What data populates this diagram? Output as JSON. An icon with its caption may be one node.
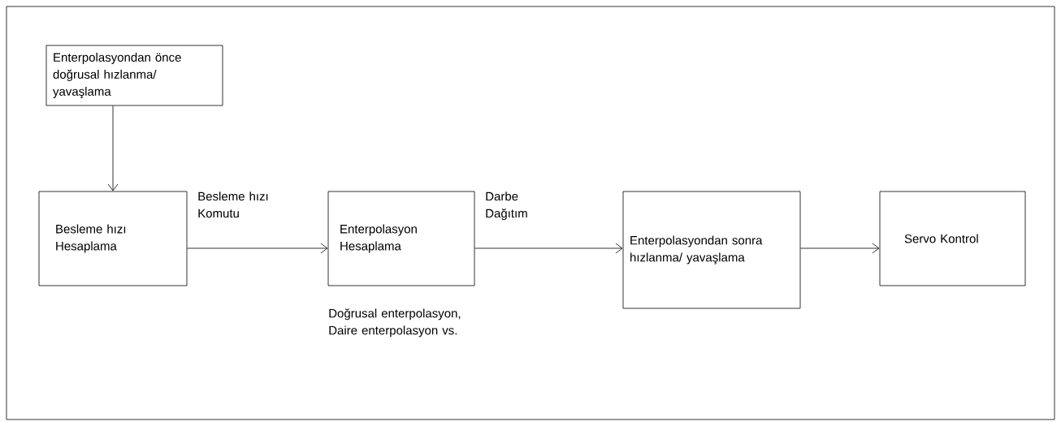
{
  "diagram": {
    "nodes": [
      {
        "text": [
          "Enterpolasyondan önce doğrusal hızlanma/ yavaşlama"
        ]
      },
      {
        "text": [
          "Besleme hızı Hesaplama"
        ]
      },
      {
        "text": [
          "Enterpolasyon Hesaplama"
        ],
        "beside": [
          "Doğrusal enterpolasyon, Daire enterpolasyon vs."
        ]
      },
      {
        "text": [
          "Enterpolasyondan sonra hızlanma/ yavaşlama"
        ]
      },
      {
        "text": [
          "Servo Kontrol"
        ]
      }
    ],
    "edges": [
      {
        "from": 0,
        "to": 1,
        "arrow": "to"
      },
      {
        "from": 1,
        "to": 2,
        "arrow": "to",
        "label": "Besleme hızı Komutu"
      },
      {
        "from": 2,
        "to": 3,
        "arrow": "to",
        "label": "Darbe Dağıtım"
      },
      {
        "from": 3,
        "to": 4,
        "arrow": "to"
      }
    ]
  }
}
